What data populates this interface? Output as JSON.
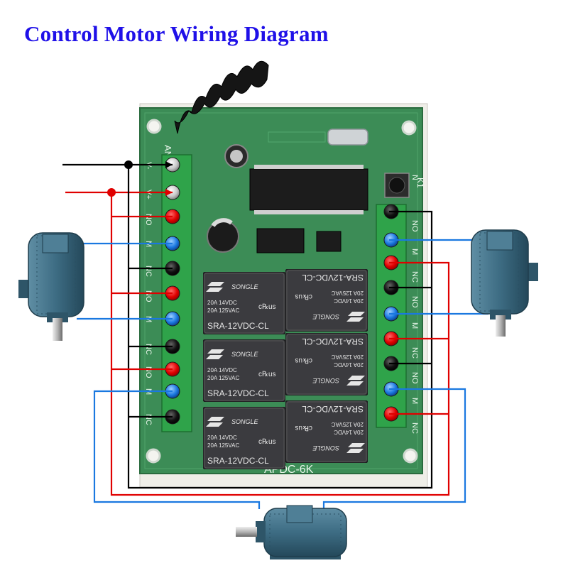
{
  "title": "Control Motor Wiring Diagram",
  "colors": {
    "title": "#1f10e8",
    "wire_black": "#000000",
    "wire_red": "#e00000",
    "wire_blue": "#1a78e0",
    "pcb": "#3c8c56",
    "terminal": "#2fa34a",
    "relay": "#3b3b3f",
    "motor": "#3d6c83"
  },
  "board": {
    "model_label": "APDC-6K",
    "ant_label": "ANT",
    "k_label": "K1",
    "left_labels": [
      "V-",
      "V+",
      "NO",
      "M",
      "NC",
      "NO",
      "M",
      "NC",
      "NO",
      "M",
      "NC"
    ],
    "right_labels": [
      "N",
      "NO",
      "M",
      "NC",
      "NO",
      "M",
      "NC",
      "NO",
      "M",
      "NC"
    ]
  },
  "relays": {
    "brand": "SONGLE",
    "rating_1": "20A 14VDC",
    "rating_2": "20A 125VAC",
    "model": "SRA-12VDC-CL",
    "cert": "c℞us"
  },
  "motors": [
    {
      "id": "left-motor"
    },
    {
      "id": "right-motor"
    },
    {
      "id": "bottom-motor"
    }
  ]
}
